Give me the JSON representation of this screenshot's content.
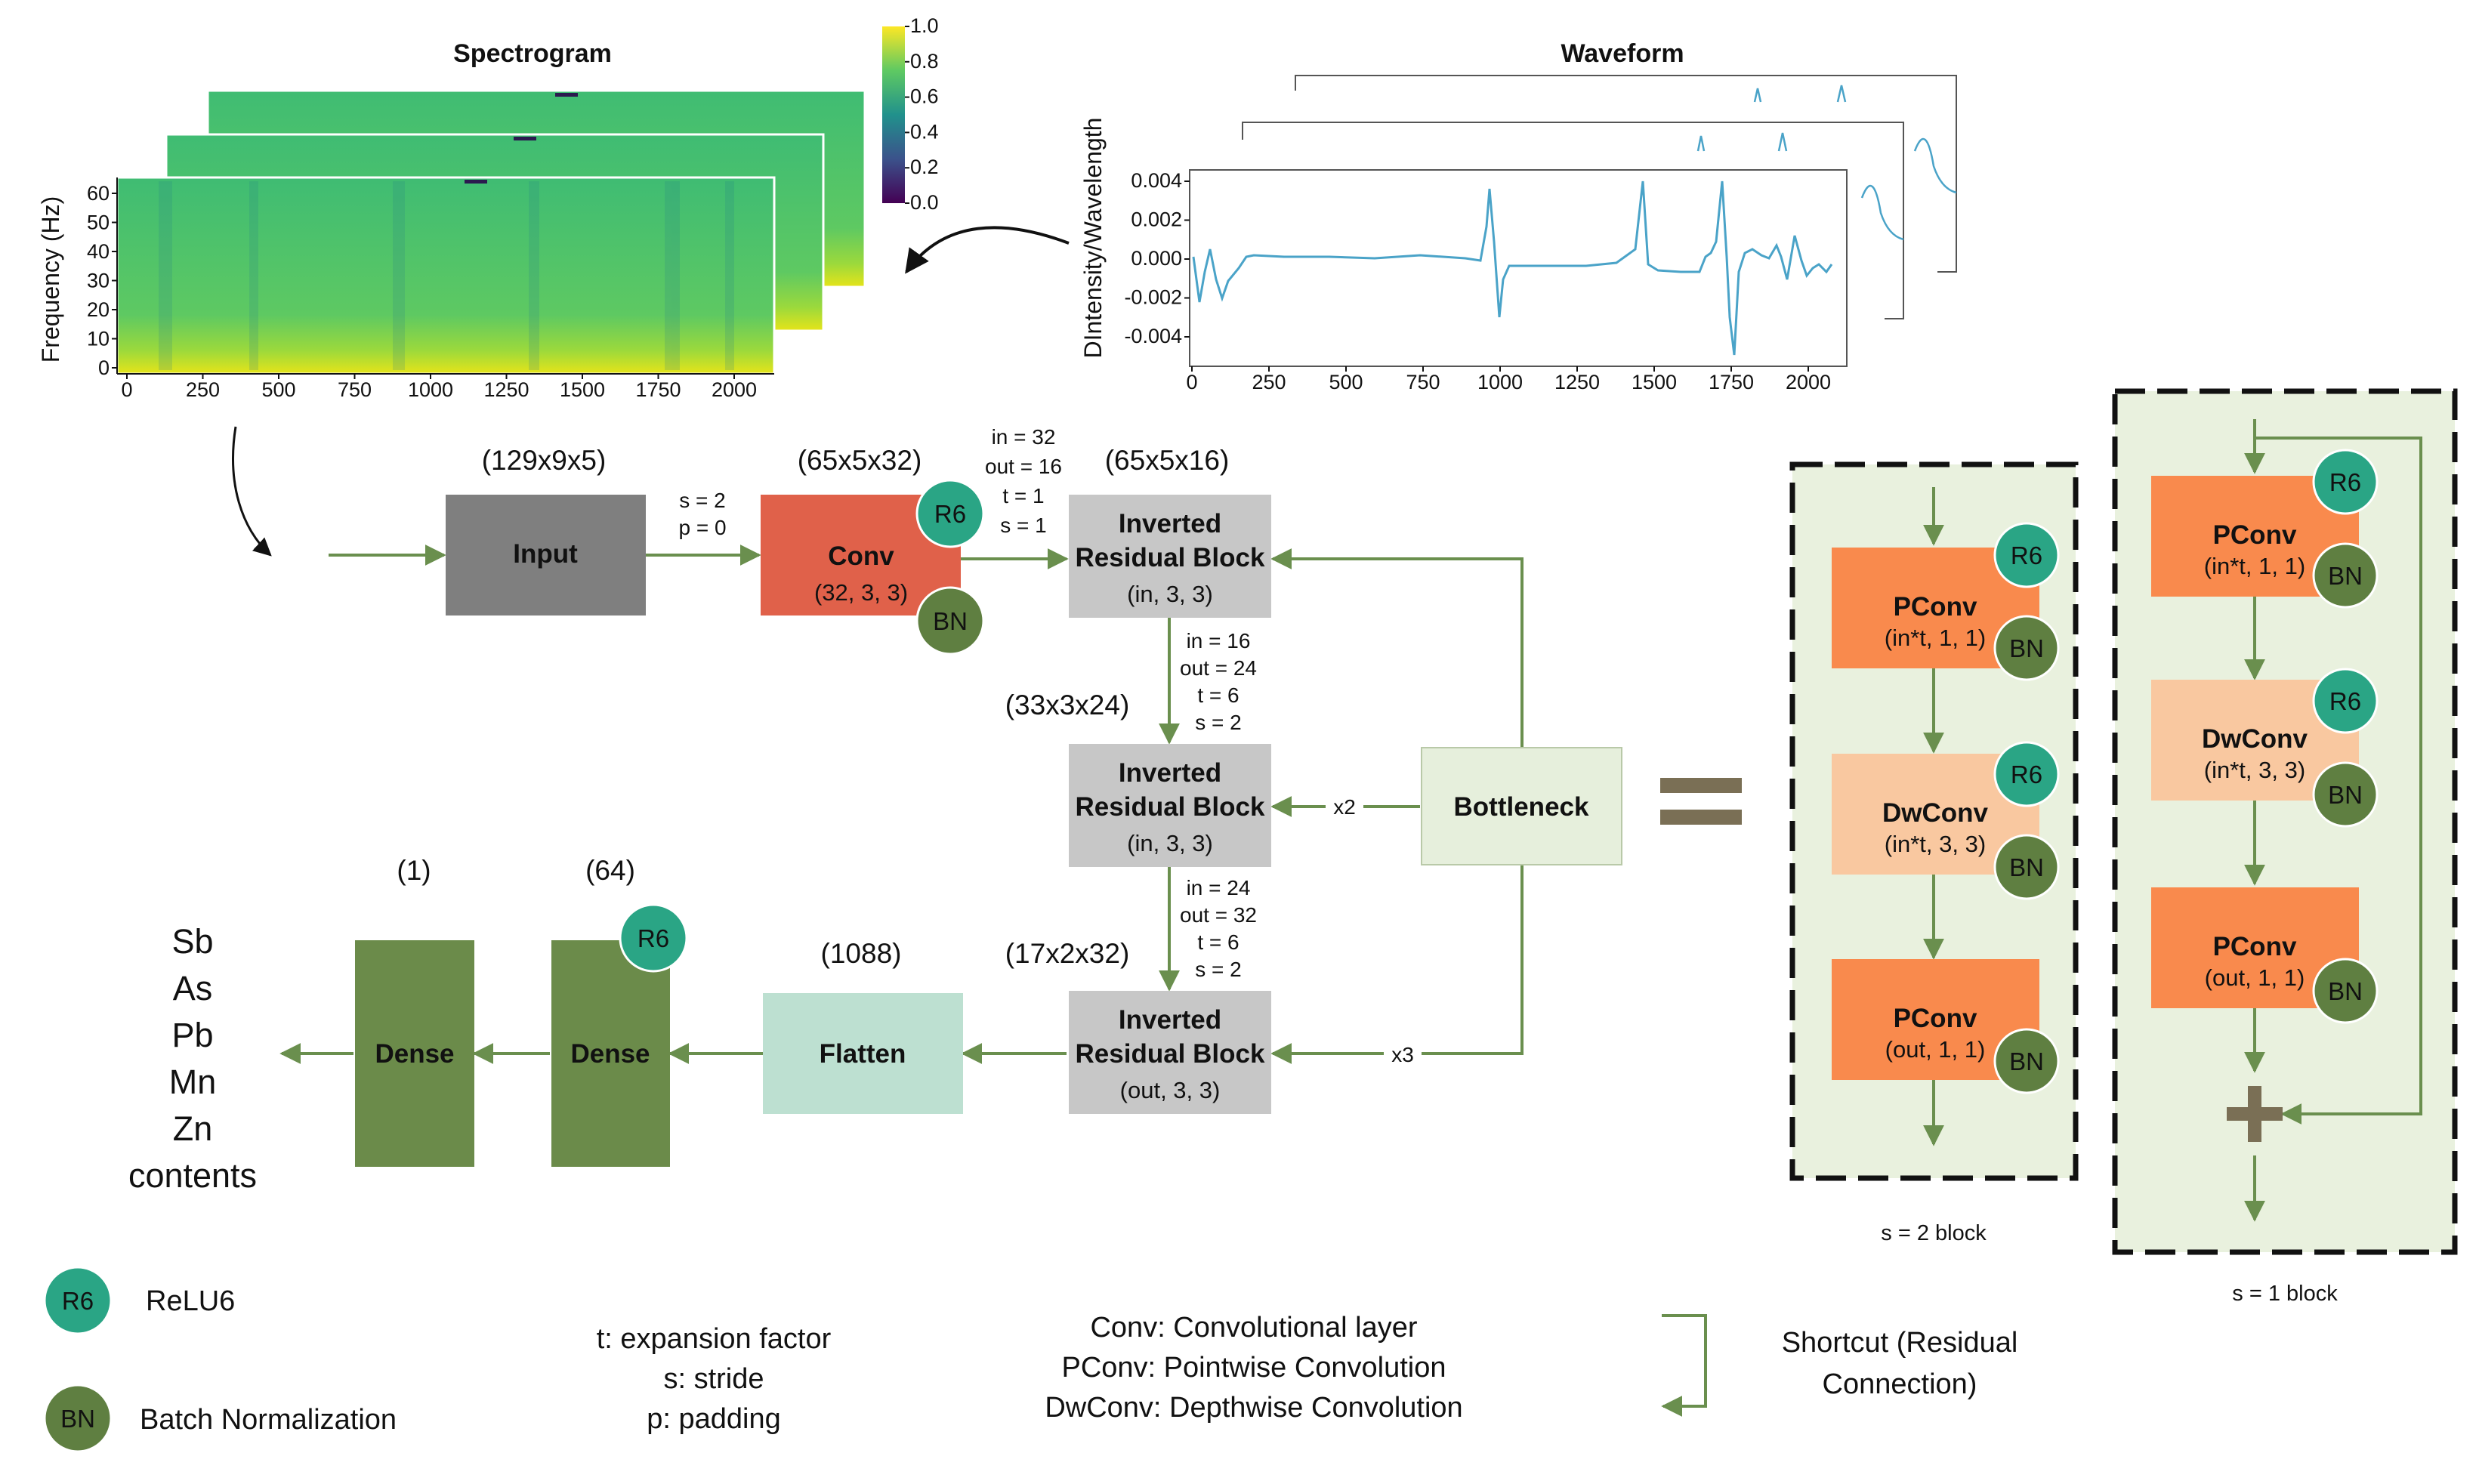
{
  "spectrogram": {
    "title": "Spectrogram",
    "ylabel": "Frequency (Hz)",
    "yticks": [
      "60",
      "50",
      "40",
      "30",
      "20",
      "10",
      "0"
    ],
    "xticks": [
      "0",
      "250",
      "500",
      "750",
      "1000",
      "1250",
      "1500",
      "1750",
      "2000"
    ],
    "colorbar_ticks": [
      "1.0",
      "0.8",
      "0.6",
      "0.4",
      "0.2",
      "0.0"
    ]
  },
  "waveform": {
    "title": "Waveform",
    "ylabel": "DIntensity/Wavelength",
    "yticks": [
      "0.004",
      "0.002",
      "0.000",
      "-0.002",
      "-0.004"
    ],
    "xticks": [
      "0",
      "250",
      "500",
      "750",
      "1000",
      "1250",
      "1500",
      "1750",
      "2000"
    ]
  },
  "main": {
    "input": {
      "label": "Input",
      "dim": "(129x9x5)"
    },
    "conv": {
      "label": "Conv",
      "sub": "(32, 3, 3)",
      "dim": "(65x5x32)"
    },
    "conv_params": [
      "s = 2",
      "p = 0"
    ],
    "irb1": {
      "line1": "Inverted",
      "line2": "Residual Block",
      "sub": "(in, 3, 3)",
      "dim": "(65x5x16)"
    },
    "irb1_params": [
      "in = 32",
      "out = 16",
      "t = 1",
      "s = 1"
    ],
    "irb2": {
      "line1": "Inverted",
      "line2": "Residual Block",
      "sub": "(in, 3, 3)",
      "dim": "(33x3x24)"
    },
    "irb2_params": [
      "in = 16",
      "out = 24",
      "t = 6",
      "s = 2"
    ],
    "irb3": {
      "line1": "Inverted",
      "line2": "Residual Block",
      "sub": "(out, 3, 3)",
      "dim": "(17x2x32)"
    },
    "irb3_params": [
      "in = 24",
      "out = 32",
      "t = 6",
      "s = 2"
    ],
    "bottleneck": "Bottleneck",
    "x2": "x2",
    "x3": "x3",
    "flatten": {
      "label": "Flatten",
      "dim": "(1088)"
    },
    "dense1": {
      "label": "Dense",
      "dim": "(64)"
    },
    "dense2": {
      "label": "Dense",
      "dim": "(1)"
    },
    "outputs": [
      "Sb",
      "As",
      "Pb",
      "Mn",
      "Zn",
      "contents"
    ]
  },
  "badges": {
    "r6": "R6",
    "bn": "BN"
  },
  "s2block": {
    "pconv1": {
      "label": "PConv",
      "sub": "(in*t, 1, 1)"
    },
    "dwconv": {
      "label": "DwConv",
      "sub": "(in*t, 3, 3)"
    },
    "pconv2": {
      "label": "PConv",
      "sub": "(out, 1, 1)"
    },
    "caption": "s = 2 block"
  },
  "s1block": {
    "pconv1": {
      "label": "PConv",
      "sub": "(in*t, 1, 1)"
    },
    "dwconv": {
      "label": "DwConv",
      "sub": "(in*t, 3, 3)"
    },
    "pconv2": {
      "label": "PConv",
      "sub": "(out, 1, 1)"
    },
    "caption": "s = 1 block"
  },
  "legend": {
    "relu6": "ReLU6",
    "batchnorm": "Batch Normalization",
    "params": [
      "t: expansion factor",
      "s: stride",
      "p: padding"
    ],
    "layers": [
      "Conv: Convolutional layer",
      "PConv: Pointwise Convolution",
      "DwConv: Depthwise Convolution"
    ],
    "shortcut": [
      "Shortcut (Residual",
      "Connection)"
    ]
  },
  "colors": {
    "arrow": "#6a8f4e",
    "input_box": "#7f7f7f",
    "conv_box": "#e0614a",
    "irb_box": "#c7c7c7",
    "bottleneck_box": "#e6efdc",
    "flatten_box": "#bde0d1",
    "dense_box": "#6b8b4a",
    "pconv_box": "#f98a4d",
    "dwconv_box": "#f9c8a0",
    "block_bg": "#e9f1de",
    "r6_badge": "#2aa585",
    "bn_badge": "#5f7f41",
    "line_plot": "#4aa3c8"
  }
}
